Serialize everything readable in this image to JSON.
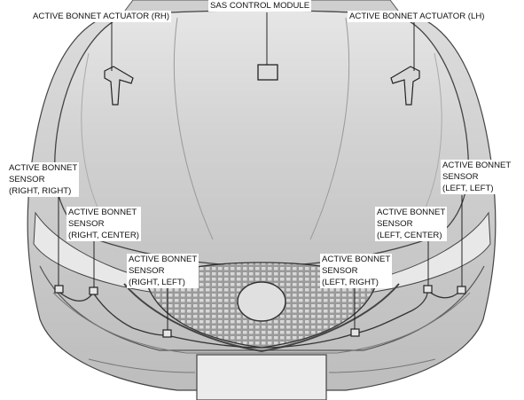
{
  "labels": {
    "actuator_rh": "ACTIVE BONNET ACTUATOR (RH)",
    "sas_module": "SAS CONTROL MODULE",
    "actuator_lh": "ACTIVE BONNET ACTUATOR (LH)",
    "sensor_rr": [
      "ACTIVE BONNET",
      "SENSOR",
      "(RIGHT, RIGHT)"
    ],
    "sensor_rc": [
      "ACTIVE BONNET",
      "SENSOR",
      "(RIGHT, CENTER)"
    ],
    "sensor_rl": [
      "ACTIVE BONNET",
      "SENSOR",
      "(RIGHT, LEFT)"
    ],
    "sensor_lr": [
      "ACTIVE BONNET",
      "SENSOR",
      "(LEFT, RIGHT)"
    ],
    "sensor_lc": [
      "ACTIVE BONNET",
      "SENSOR",
      "(LEFT, CENTER)"
    ],
    "sensor_ll": [
      "ACTIVE BONNET",
      "SENSOR",
      "(LEFT, LEFT)"
    ]
  }
}
